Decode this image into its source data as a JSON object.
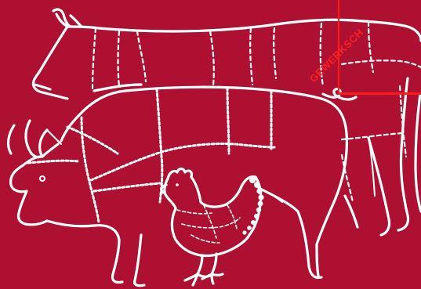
{
  "scene": {
    "background_color": "#ad1031",
    "line_color": "#ffffff",
    "animals": [
      "cow",
      "pig",
      "chicken"
    ]
  },
  "stamp": {
    "text": "GEWERKSCH",
    "color": "#ff2020"
  }
}
